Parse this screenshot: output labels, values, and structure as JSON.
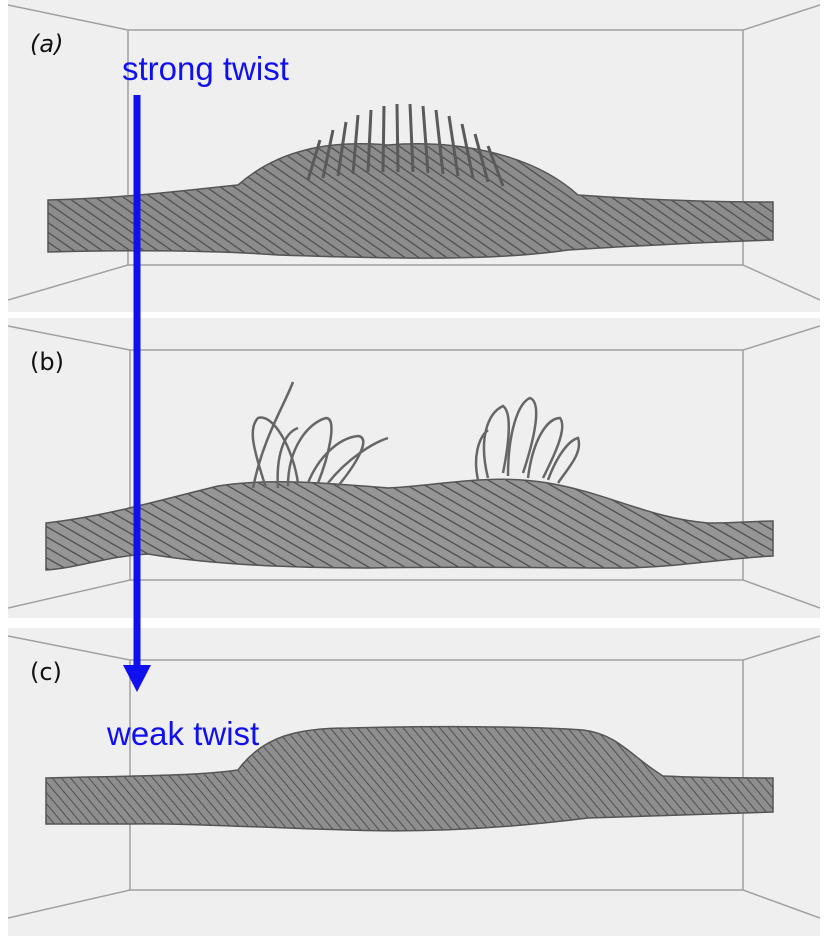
{
  "panels": [
    {
      "id": "a",
      "label": "(a)"
    },
    {
      "id": "b",
      "label": "(b)"
    },
    {
      "id": "c",
      "label": "(c)"
    }
  ],
  "annotations": {
    "top_text": "strong twist",
    "bottom_text": "weak twist",
    "arrow_color": "#1010ee"
  },
  "colors": {
    "panel_background": "#efefef",
    "tube_fill": "#8a8a8a",
    "tube_line": "#4a4a4a",
    "box_edge": "#9a9a9a"
  }
}
